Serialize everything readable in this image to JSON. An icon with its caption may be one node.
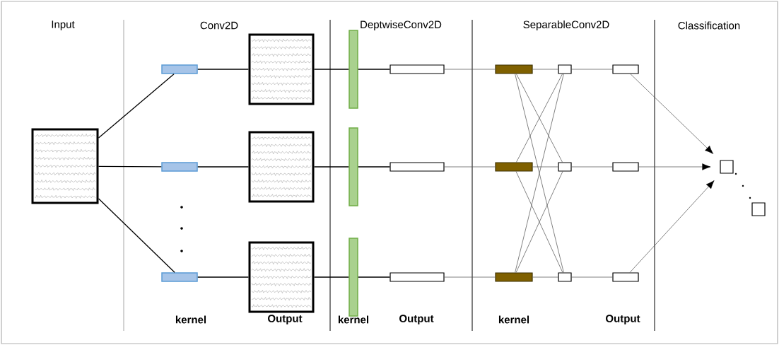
{
  "diagram": {
    "nodes": [
      {
        "text": [],
        "shape": "picture"
      },
      {
        "text": [],
        "shape": "box"
      },
      {
        "text": [],
        "shape": "box"
      },
      {
        "text": [],
        "shape": "box"
      },
      {
        "text": [],
        "shape": "picture"
      },
      {
        "text": [],
        "shape": "picture"
      },
      {
        "text": [],
        "shape": "picture"
      },
      {
        "text": [],
        "shape": "box"
      },
      {
        "text": [],
        "shape": "box"
      },
      {
        "text": [],
        "shape": "box"
      },
      {
        "text": [],
        "shape": "box"
      },
      {
        "text": [],
        "shape": "box"
      },
      {
        "text": [],
        "shape": "box"
      },
      {
        "text": [],
        "shape": "box"
      },
      {
        "text": [],
        "shape": "box"
      },
      {
        "text": [],
        "shape": "box"
      },
      {
        "text": [],
        "shape": "box"
      },
      {
        "text": [],
        "shape": "box"
      },
      {
        "text": [],
        "shape": "box"
      },
      {
        "text": [],
        "shape": "box"
      },
      {
        "text": [],
        "shape": "box"
      },
      {
        "text": [],
        "shape": "box"
      },
      {
        "text": [],
        "shape": "box"
      },
      {
        "text": [],
        "shape": "box"
      }
    ],
    "edges": [
      {
        "from": 0,
        "to": 1,
        "arrow": "none",
        "color": "#000000"
      },
      {
        "from": 0,
        "to": 2,
        "arrow": "none",
        "color": "#000000"
      },
      {
        "from": 0,
        "to": 3,
        "arrow": "none",
        "color": "#000000"
      },
      {
        "from": 1,
        "to": 4,
        "arrow": "none",
        "color": "#000000"
      },
      {
        "from": 2,
        "to": 5,
        "arrow": "none",
        "color": "#000000"
      },
      {
        "from": 3,
        "to": 6,
        "arrow": "none",
        "color": "#000000"
      },
      {
        "from": 4,
        "to": 7,
        "arrow": "none",
        "color": "#000000"
      },
      {
        "from": 5,
        "to": 8,
        "arrow": "none",
        "color": "#000000"
      },
      {
        "from": 6,
        "to": 9,
        "arrow": "none",
        "color": "#000000"
      },
      {
        "from": 7,
        "to": 10,
        "arrow": "none",
        "color": "#000000"
      },
      {
        "from": 8,
        "to": 11,
        "arrow": "none",
        "color": "#000000"
      },
      {
        "from": 9,
        "to": 12,
        "arrow": "none",
        "color": "#000000"
      },
      {
        "from": 10,
        "to": 13,
        "arrow": "none"
      },
      {
        "from": 11,
        "to": 14,
        "arrow": "none"
      },
      {
        "from": 12,
        "to": 15,
        "arrow": "none"
      },
      {
        "from": 13,
        "to": 16,
        "arrow": "none"
      },
      {
        "from": 13,
        "to": 17,
        "arrow": "none"
      },
      {
        "from": 13,
        "to": 18,
        "arrow": "none"
      },
      {
        "from": 14,
        "to": 16,
        "arrow": "none"
      },
      {
        "from": 14,
        "to": 17,
        "arrow": "none"
      },
      {
        "from": 14,
        "to": 18,
        "arrow": "none"
      },
      {
        "from": 15,
        "to": 16,
        "arrow": "none"
      },
      {
        "from": 15,
        "to": 17,
        "arrow": "none"
      },
      {
        "from": 15,
        "to": 18,
        "arrow": "none"
      },
      {
        "from": 16,
        "to": 19,
        "arrow": "none"
      },
      {
        "from": 17,
        "to": 20,
        "arrow": "none"
      },
      {
        "from": 18,
        "to": 21,
        "arrow": "none"
      },
      {
        "from": 19,
        "to": 22,
        "arrow": "to"
      },
      {
        "from": 20,
        "to": 22,
        "arrow": "to"
      },
      {
        "from": 21,
        "to": 22,
        "arrow": "to"
      }
    ],
    "labels": [
      "Input",
      "Conv2D",
      "DeptwiseConv2D",
      "SeparableConv2D",
      "Classification",
      "kernel",
      "Output",
      "kernel",
      "Output",
      "kernel",
      "Output"
    ]
  }
}
